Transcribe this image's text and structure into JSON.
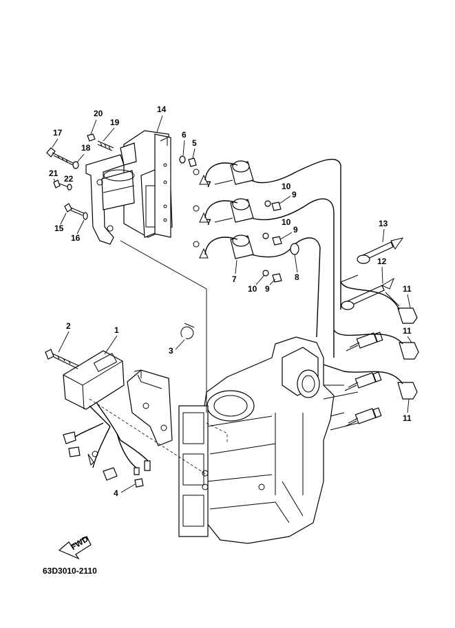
{
  "diagram": {
    "drawing_code": "63D3010-2110",
    "direction_label": "FWD",
    "callouts": [
      "1",
      "2",
      "3",
      "4",
      "5",
      "6",
      "7",
      "8",
      "9",
      "10",
      "11",
      "12",
      "13",
      "14",
      "15",
      "16",
      "17",
      "18",
      "19",
      "20",
      "21",
      "22"
    ]
  }
}
